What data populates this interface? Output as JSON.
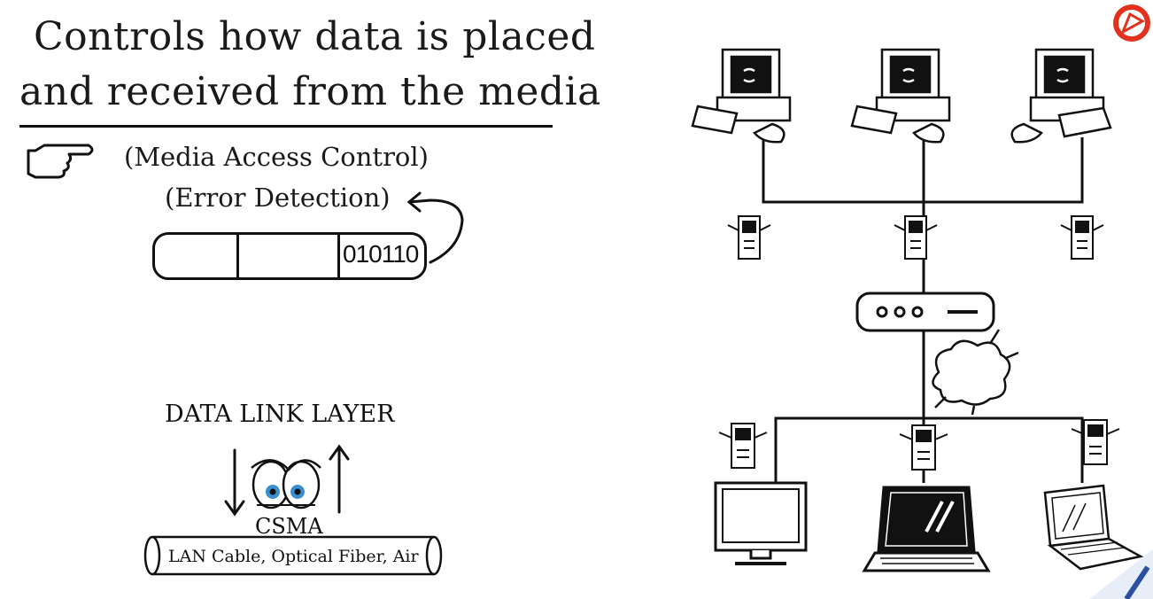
{
  "heading": {
    "line1": "Controls how data is placed",
    "line2": "and received from the media"
  },
  "points": {
    "media_access": "(Media Access Control)",
    "error_detection": "(Error Detection)"
  },
  "frame": {
    "bits": "010110"
  },
  "layer": {
    "name": "DATA LINK LAYER",
    "method": "CSMA",
    "media": "LAN Cable, Optical Fiber, Air"
  },
  "icons": [
    "pointing-hand-icon",
    "brand-logo-icon",
    "desktop-computer-icon",
    "network-card-icon",
    "router-icon",
    "collision-cloud-icon",
    "monitor-icon",
    "laptop-icon",
    "cartoon-eyes-icon"
  ],
  "colors": {
    "ink": "#111111",
    "logo": "#e2321e",
    "eye": "#3a8fd0"
  }
}
